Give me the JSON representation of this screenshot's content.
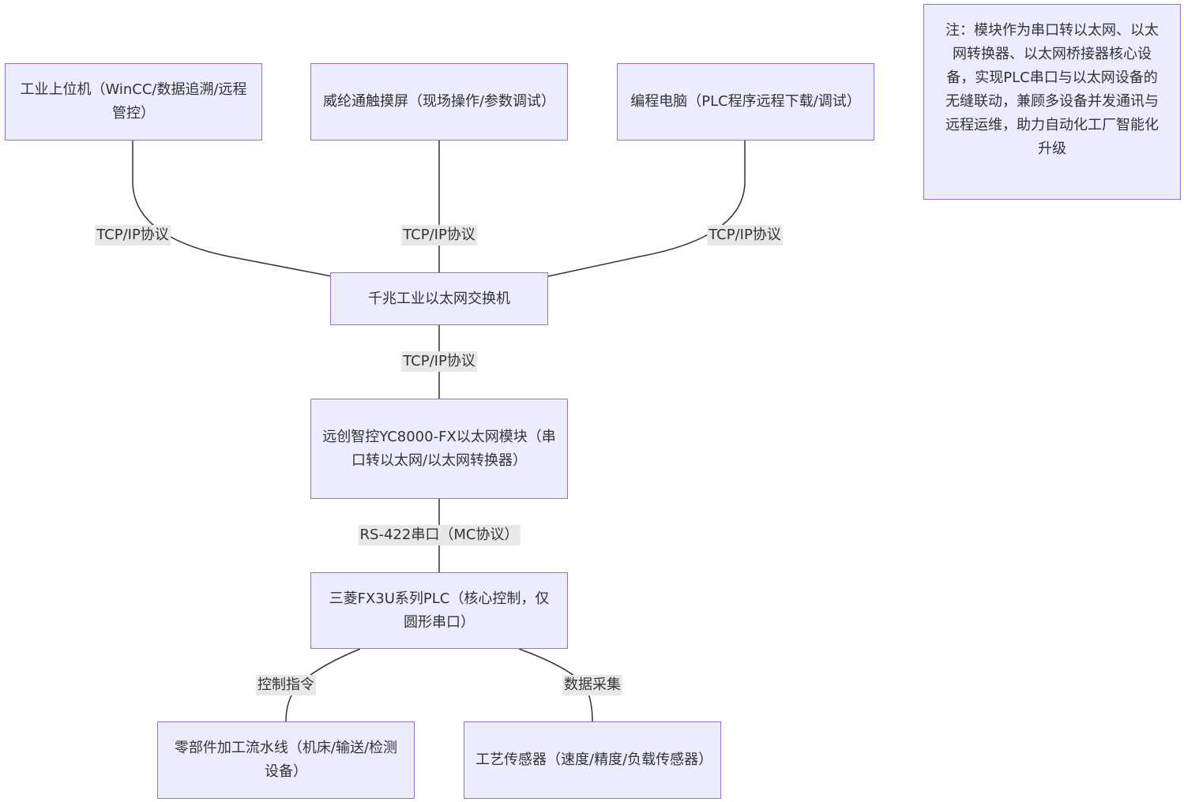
{
  "diagram": {
    "nodes": {
      "upper_pc": "工业上位机（WinCC/数据追溯/远程管控）",
      "hmi": "威纶通触摸屏（现场操作/参数调试）",
      "programming_pc": "编程电脑（PLC程序远程下载/调试）",
      "switch": "千兆工业以太网交换机",
      "module": "远创智控YC8000-FX以太网模块（串口转以太网/以太网转换器）",
      "plc": "三菱FX3U系列PLC（核心控制，仅圆形串口）",
      "line": "零部件加工流水线（机床/输送/检测设备）",
      "sensor": "工艺传感器（速度/精度/负载传感器）"
    },
    "edge_labels": {
      "upper_pc_switch": "TCP/IP协议",
      "hmi_switch": "TCP/IP协议",
      "programming_pc_switch": "TCP/IP协议",
      "switch_module": "TCP/IP协议",
      "module_plc": "RS-422串口（MC协议）",
      "plc_line": "控制指令",
      "plc_sensor": "数据采集"
    },
    "note": "注：模块作为串口转以太网、以太网转换器、以太网桥接器核心设备，实现PLC串口与以太网设备的无缝联动，兼顾多设备并发通讯与远程运维，助力自动化工厂智能化升级"
  },
  "colors": {
    "node_fill": "#ECECFF",
    "node_border": "#9370DB",
    "edge_stroke": "#333333",
    "edge_label_bg": "#e8e8e8",
    "text": "#333333"
  }
}
